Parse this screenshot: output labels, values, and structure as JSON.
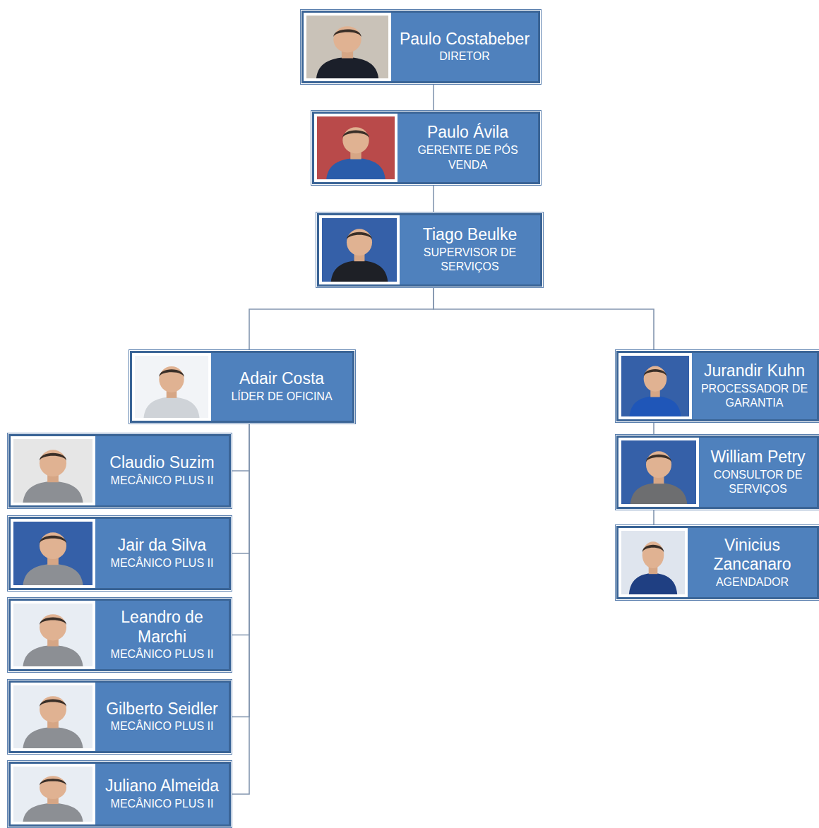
{
  "diagram": {
    "nodes": [
      {
        "text": [
          "Paulo Costabeber",
          "DIRETOR"
        ]
      },
      {
        "text": [
          "Paulo Ávila",
          "GERENTE DE PÓS VENDA"
        ]
      },
      {
        "text": [
          "Tiago Beulke",
          "SUPERVISOR DE SERVIÇOS"
        ]
      },
      {
        "text": [
          "Adair Costa",
          "LÍDER DE OFICINA"
        ]
      },
      {
        "text": [
          "Claudio Suzim",
          "MECÂNICO PLUS II"
        ]
      },
      {
        "text": [
          "Jair da Silva",
          "MECÂNICO PLUS II"
        ]
      },
      {
        "text": [
          "Leandro de Marchi",
          "MECÂNICO PLUS II"
        ]
      },
      {
        "text": [
          "Gilberto Seidler",
          "MECÂNICO PLUS II"
        ]
      },
      {
        "text": [
          "Juliano Almeida",
          "MECÂNICO PLUS II"
        ]
      },
      {
        "text": [
          "Jurandir Kuhn",
          "PROCESSADOR DE GARANTIA"
        ]
      },
      {
        "text": [
          "William Petry",
          "CONSULTOR DE SERVIÇOS"
        ]
      },
      {
        "text": [
          "Vinicius Zancanaro",
          "AGENDADOR"
        ]
      }
    ],
    "edges": [
      {
        "from": 0,
        "to": 1,
        "arrow": "none"
      },
      {
        "from": 1,
        "to": 2,
        "arrow": "none"
      },
      {
        "from": 2,
        "to": 3,
        "arrow": "none"
      },
      {
        "from": 2,
        "to": 9,
        "arrow": "none"
      },
      {
        "from": 3,
        "to": 4,
        "arrow": "none"
      },
      {
        "from": 3,
        "to": 5,
        "arrow": "none"
      },
      {
        "from": 3,
        "to": 6,
        "arrow": "none"
      },
      {
        "from": 3,
        "to": 7,
        "arrow": "none"
      },
      {
        "from": 3,
        "to": 8,
        "arrow": "none"
      },
      {
        "from": 9,
        "to": 10,
        "arrow": "none"
      },
      {
        "from": 10,
        "to": 11,
        "arrow": "none"
      }
    ]
  }
}
